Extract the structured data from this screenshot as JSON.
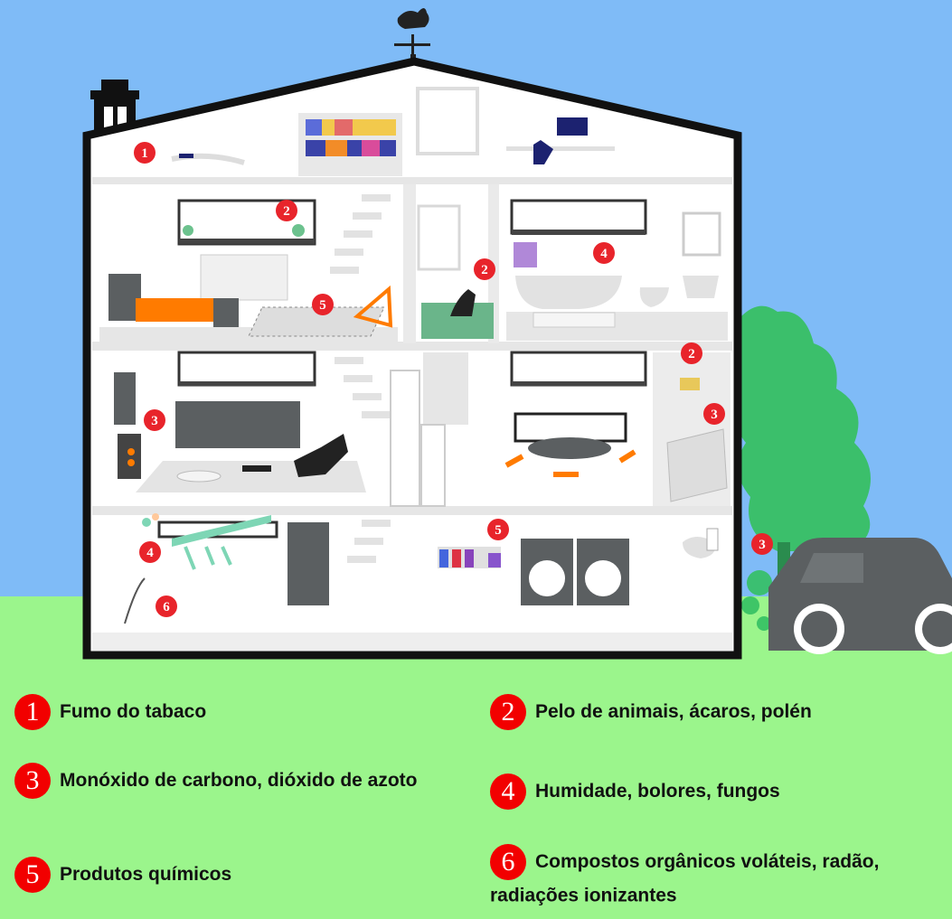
{
  "colors": {
    "sky": "#7fbbf7",
    "grass": "#9bf58c",
    "marker": "#e8242b",
    "legend_badge": "#f20000",
    "orange": "#ff7b00",
    "tree": "#3bbf6b",
    "house_outline": "#111111",
    "dark_gray": "#5b5f61"
  },
  "diagram_markers": [
    {
      "id": "fumo-attic",
      "label": "1"
    },
    {
      "id": "pelo-bedroom-window",
      "label": "2"
    },
    {
      "id": "pelo-dog",
      "label": "2"
    },
    {
      "id": "pelo-kitchen",
      "label": "2"
    },
    {
      "id": "co-livingroom",
      "label": "3"
    },
    {
      "id": "co-kitchen-stove",
      "label": "3"
    },
    {
      "id": "co-car-exhaust",
      "label": "3"
    },
    {
      "id": "humidade-bathroom",
      "label": "4"
    },
    {
      "id": "humidade-basement",
      "label": "4"
    },
    {
      "id": "quimicos-bedroom-rug",
      "label": "5"
    },
    {
      "id": "quimicos-laundry",
      "label": "5"
    },
    {
      "id": "compostos-basement",
      "label": "6"
    }
  ],
  "legend": [
    {
      "num": "1",
      "text": "Fumo do tabaco"
    },
    {
      "num": "2",
      "text": "Pelo de animais, ácaros, polén"
    },
    {
      "num": "3",
      "text": "Monóxido de carbono, dióxido de azoto"
    },
    {
      "num": "4",
      "text": "Humidade, bolores, fungos"
    },
    {
      "num": "5",
      "text": "Produtos químicos"
    },
    {
      "num": "6",
      "text": "Compostos orgânicos voláteis, radão, radiações ionizantes"
    }
  ]
}
